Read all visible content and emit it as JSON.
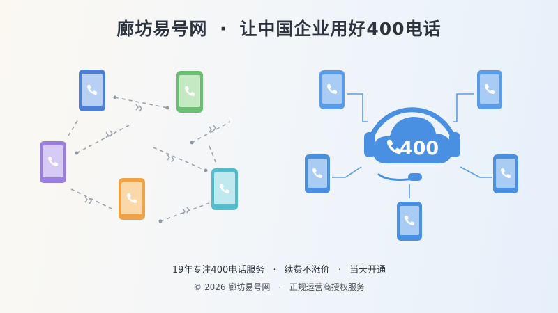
{
  "header": {
    "brand": "廊坊易号网",
    "dot": "·",
    "slogan": "让中国企业用好400电话"
  },
  "illustration": {
    "cloud_label": "400",
    "left_phone_colors": [
      "#4f7fd3",
      "#6cbf72",
      "#9b7fe0",
      "#f0a346",
      "#53bccd"
    ],
    "right_phone_color": "#4a90e2",
    "icons": [
      "phone-icon",
      "headset-icon",
      "cloud-icon"
    ]
  },
  "footer": {
    "features": [
      "19年专注400电话服务",
      "续费不涨价",
      "当天开通"
    ],
    "separator": "·",
    "copyright": "© 2026 廊坊易号网",
    "authorization": "正规运营商授权服务"
  }
}
